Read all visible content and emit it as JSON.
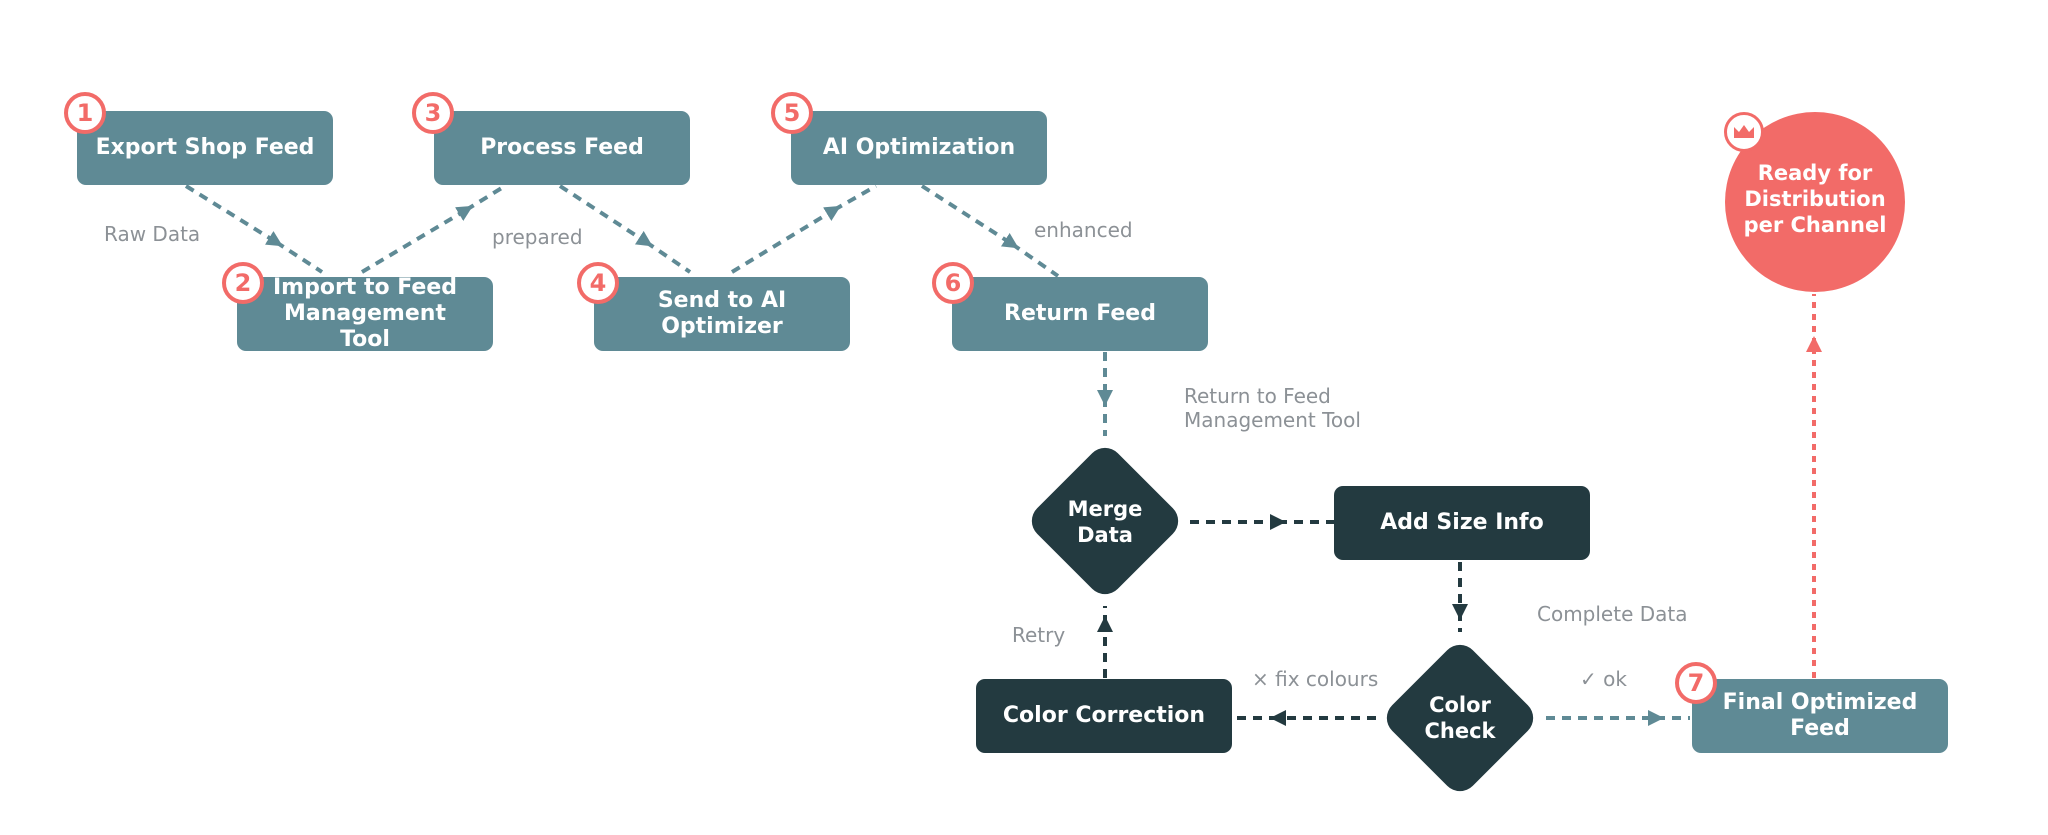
{
  "steps": [
    {
      "num": "1",
      "label": "Export Shop Feed"
    },
    {
      "num": "2",
      "label": "Import to Feed Management Tool"
    },
    {
      "num": "3",
      "label": "Process Feed"
    },
    {
      "num": "4",
      "label": "Send to AI Optimizer"
    },
    {
      "num": "5",
      "label": "AI Optimization"
    },
    {
      "num": "6",
      "label": "Return Feed"
    },
    {
      "num": "7",
      "label": "Final Optimized Feed"
    }
  ],
  "nodes": {
    "merge": "Merge Data",
    "add_size": "Add Size Info",
    "color_check": "Color Check",
    "color_correction": "Color Correction",
    "ready": "Ready for Distribution per Channel"
  },
  "edge_labels": {
    "raw_data": "Raw Data",
    "prepared": "prepared",
    "enhanced": "enhanced",
    "return_to_tool": "Return to Feed Management Tool",
    "complete_data": "Complete Data",
    "retry": "Retry",
    "fix_colours": "× fix colours",
    "ok": "✓ ok"
  },
  "colors": {
    "step_box": "#5f8a95",
    "dark_box": "#233a40",
    "accent": "#f26b68",
    "label_text": "#8c9196"
  },
  "icons": {
    "ready": "crown-icon"
  }
}
